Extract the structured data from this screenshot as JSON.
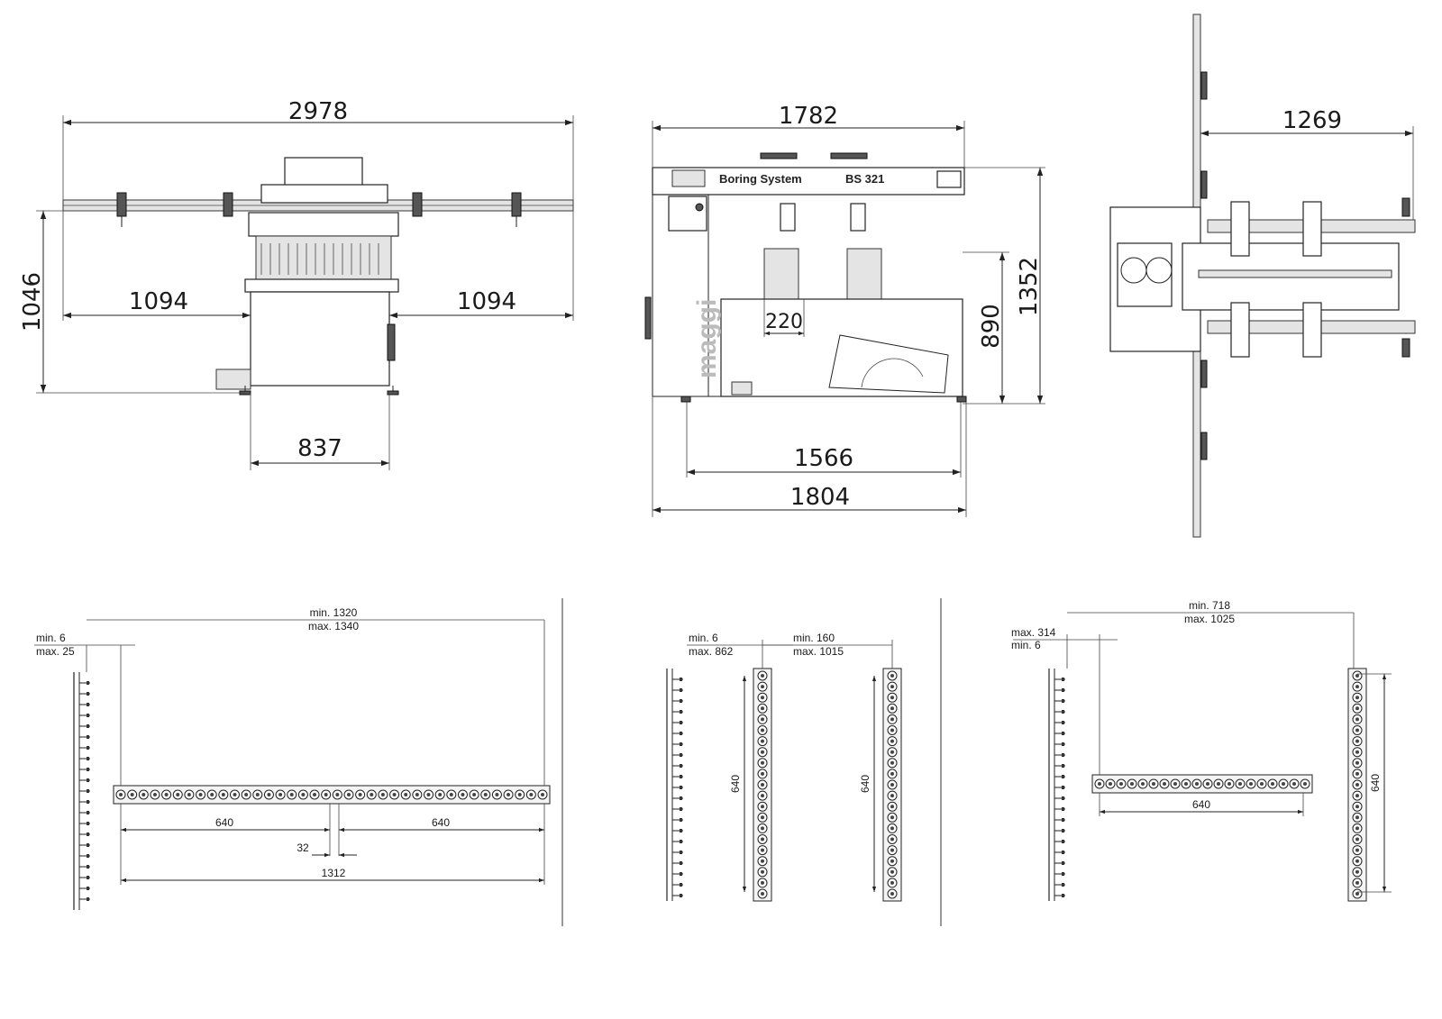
{
  "front_view": {
    "width_total": "2978",
    "height": "1046",
    "arm_left": "1094",
    "arm_right": "1094",
    "base_width": "837"
  },
  "side_view": {
    "brand_label": "Boring System",
    "model_label": "BS 321",
    "maggi_logo": "maggi",
    "depth_top": "1782",
    "total_height": "1352",
    "table_height": "890",
    "head_spacing": "220",
    "base_depth": "1566",
    "total_depth": "1804"
  },
  "top_view": {
    "fence_extension": "1269"
  },
  "config_a": {
    "side_offset_min": "min. 6",
    "side_offset_max": "max. 25",
    "span_min": "min. 1320",
    "span_max": "max. 1340",
    "left_half": "640",
    "right_half": "640",
    "gap": "32",
    "bar_total": "1312"
  },
  "config_b": {
    "offset_min": "min. 6",
    "offset_max": "max. 862",
    "spacing_min": "min. 160",
    "spacing_max": "max. 1015",
    "bar1_length": "640",
    "bar2_length": "640"
  },
  "config_c": {
    "offset_max": "max. 314",
    "offset_min": "min. 6",
    "span_min": "min. 718",
    "span_max": "max. 1025",
    "horizontal_bar": "640",
    "vertical_bar": "640"
  }
}
